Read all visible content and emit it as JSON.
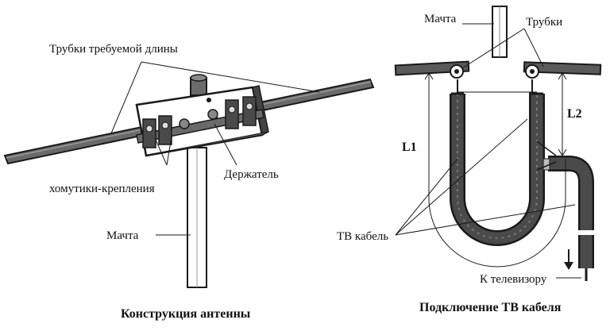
{
  "left_figure": {
    "caption": "Конструкция антенны",
    "label_tubes": "Трубки требуемой длины",
    "label_clamps": "хомутики-крепления",
    "label_holder": "Держатель",
    "label_mast": "Мачта"
  },
  "right_figure": {
    "caption": "Подключение ТВ кабеля",
    "label_mast": "Мачта",
    "label_tubes": "Трубки",
    "label_l1": "L1",
    "label_l2": "L2",
    "label_cable": "ТВ кабель",
    "label_tv": "К телевизору"
  },
  "colors": {
    "ink": "#1a1a1a",
    "metal": "#5a5a5a",
    "cable": "#3a3a3a",
    "paper": "#ffffff"
  }
}
